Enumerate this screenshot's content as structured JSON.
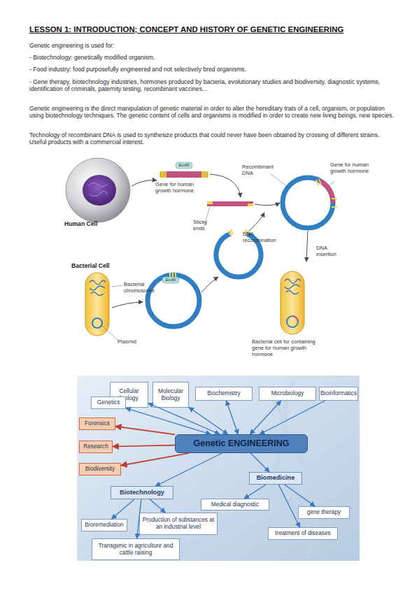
{
  "diagram": {
    "title": "LESSON 1: INTRODUCTION; CONCEPT AND HISTORY OF GENETIC ENGINEERING",
    "nodes": [
      {
        "text": [
          "Cellular biology"
        ]
      },
      {
        "text": [
          "Molecular Biology"
        ]
      },
      {
        "text": [
          "Biochemistry"
        ]
      },
      {
        "text": [
          "Microbiology"
        ]
      },
      {
        "text": [
          "Bioinformatics"
        ]
      },
      {
        "text": [
          "Genetics"
        ]
      },
      {
        "text": [
          "Forensics"
        ]
      },
      {
        "text": [
          "Genetic ENGINEERING"
        ]
      },
      {
        "text": [
          "Research"
        ]
      },
      {
        "text": [
          "Biodiversity"
        ]
      },
      {
        "text": [
          "Biomedicine"
        ]
      },
      {
        "text": [
          "Biotechnology"
        ]
      },
      {
        "text": [
          "Medical diagnostic"
        ]
      },
      {
        "text": [
          "gene therapy"
        ]
      },
      {
        "text": [
          "Production of substances at an industrial level"
        ]
      },
      {
        "text": [
          "Bioremediation"
        ]
      },
      {
        "text": [
          "treatment of diseases"
        ]
      },
      {
        "text": [
          "Transgenic in agriculture and cattle raising"
        ]
      }
    ],
    "edges": [
      {
        "from": 5,
        "to": 7,
        "arrow": "both"
      },
      {
        "from": 0,
        "to": 7,
        "arrow": "both"
      },
      {
        "from": 1,
        "to": 7,
        "arrow": "both"
      },
      {
        "from": 2,
        "to": 7,
        "arrow": "both"
      },
      {
        "from": 3,
        "to": 7,
        "arrow": "both"
      },
      {
        "from": 4,
        "to": 7,
        "arrow": "to"
      },
      {
        "from": 7,
        "to": 6,
        "arrow": "to"
      },
      {
        "from": 7,
        "to": 8,
        "arrow": "to"
      },
      {
        "from": 7,
        "to": 9,
        "arrow": "to"
      },
      {
        "from": 7,
        "to": 10,
        "arrow": "to"
      },
      {
        "from": 7,
        "to": 11,
        "arrow": "to"
      },
      {
        "from": 10,
        "to": 12,
        "arrow": "to"
      },
      {
        "from": 10,
        "to": 13,
        "arrow": "to"
      },
      {
        "from": 10,
        "to": 16,
        "arrow": "to"
      },
      {
        "from": 11,
        "to": 15,
        "arrow": "to"
      },
      {
        "from": 11,
        "to": 14,
        "arrow": "to"
      },
      {
        "from": 11,
        "to": 17,
        "arrow": "to"
      }
    ],
    "labels": [
      "Genetic engineering is used for:",
      "- Biotechnology: genetically modified organism.",
      "- Food industry: food purposefully engineered and not selectively bred organisms.",
      "- Gene therapy, biotechnology industries, hormones produced by bacteria, evolutionary studies and biodiversity, diagnostic systems, identification of criminals, paternity testing, recombinant vaccines…",
      "Genetic engineering is the direct manipulation of genetic material in order to alter the hereditary trats of a cell, organism, or population using biotechnology techniques. The genetic content of cells and organisms is modified in order to create new living beings, new species.",
      "Technology of recombinant DNA is used to synthesize products that could never have been obtained by crossing of different strains. Useful products with a commercial interest.",
      "EcoRI",
      "Gene for human growth hormone",
      "Human Cell",
      "Recombinant DNA",
      "Gene for human growth hormone",
      "Sticky ends",
      "DNA recombination",
      "DNA insertion",
      "Bacterial Cell",
      "Bacterial chromosome",
      "EcoRI",
      "Plasmid",
      "Bacterial cell for containing gene for human growth hormone"
    ]
  }
}
